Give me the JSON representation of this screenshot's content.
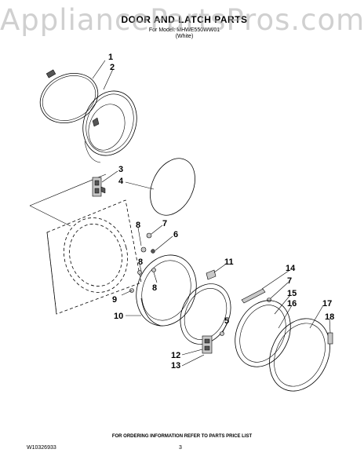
{
  "watermark": "AppliancePartsPros.com",
  "header": {
    "title": "DOOR AND LATCH PARTS",
    "model_line": "For Model: MHWE550WW01",
    "variant": "(White)"
  },
  "callouts": [
    "1",
    "2",
    "3",
    "4",
    "7",
    "8",
    "6",
    "11",
    "8",
    "14",
    "7",
    "8",
    "15",
    "9",
    "16",
    "17",
    "10",
    "5",
    "18",
    "12",
    "13"
  ],
  "footer": {
    "note": "FOR ORDERING INFORMATION REFER TO PARTS PRICE LIST",
    "doc_number": "W10326933",
    "page_number": "3"
  }
}
